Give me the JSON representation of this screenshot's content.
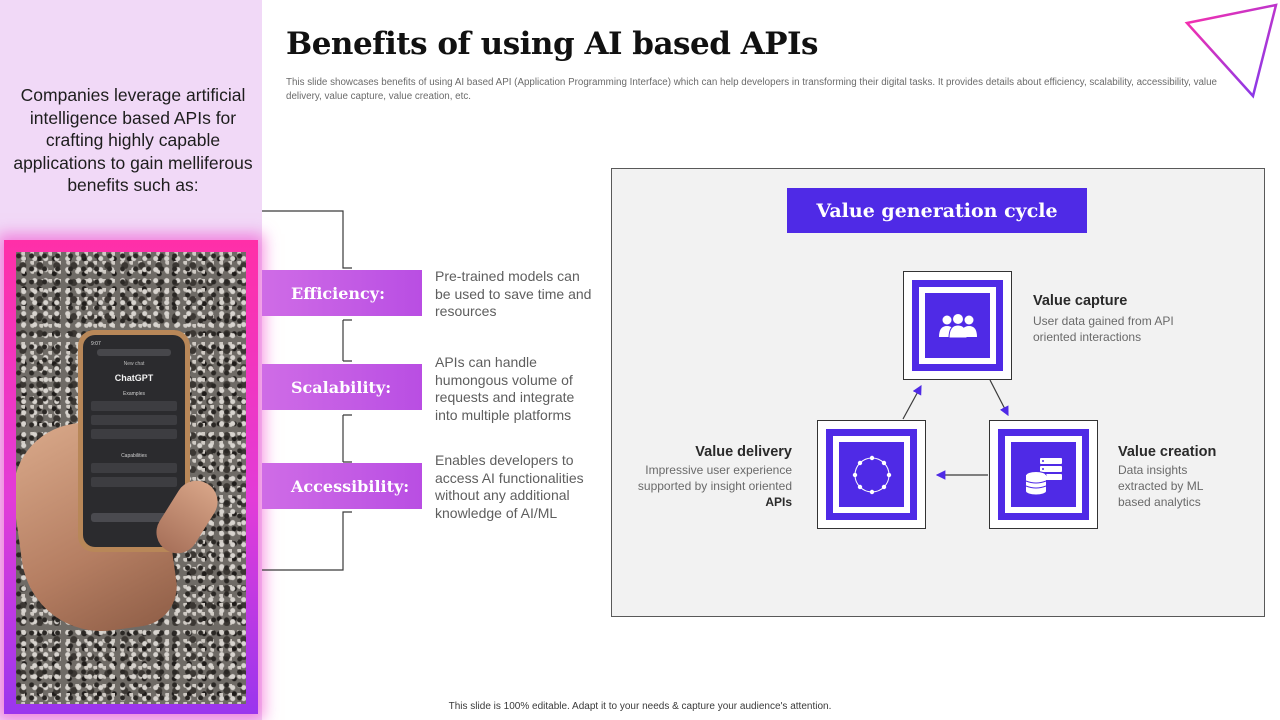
{
  "slide": {
    "title": "Benefits of using AI based APIs",
    "subtitle": "This slide showcases benefits of using AI based API (Application Programming Interface) which can help developers in transforming  their digital tasks. It provides details about efficiency, scalability, accessibility,  value delivery, value capture, value creation, etc.",
    "footer": "This slide is 100% editable.  Adapt it to your needs & capture your audience's attention."
  },
  "left_panel": {
    "intro": "Companies leverage artificial intelligence based APIs for crafting highly capable applications to gain melliferous benefits such as:",
    "photo": {
      "time": "9:07",
      "new_chat": "New chat",
      "app_title": "ChatGPT",
      "examples": "Examples",
      "capabilities": "Capabilities"
    }
  },
  "benefits": [
    {
      "label": "Efficiency:",
      "description": "Pre-trained models can be used to save time and resources"
    },
    {
      "label": "Scalability:",
      "description": "APIs can handle humongous volume of requests and integrate into multiple platforms"
    },
    {
      "label": "Accessibility:",
      "description": "Enables developers to access AI functionalities without any additional knowledge of AI/ML"
    }
  ],
  "cycle": {
    "title": "Value generation cycle",
    "capture": {
      "heading": "Value capture",
      "text": "User data gained from API oriented interactions",
      "icon": "users-icon"
    },
    "delivery": {
      "heading": "Value delivery",
      "text_main": "Impressive user experience supported by insight oriented ",
      "text_bold": "APIs",
      "icon": "cycle-dots-icon"
    },
    "creation": {
      "heading": "Value creation",
      "text": "Data insights extracted by ML based analytics",
      "icon": "database-icon"
    }
  },
  "colors": {
    "accent_purple": "#4f2ae6",
    "label_gradient_start": "#cf6ce6",
    "label_gradient_end": "#b94ee3",
    "left_panel_bg": "#f1d9f7",
    "glow_pink": "#ff2fa8"
  }
}
